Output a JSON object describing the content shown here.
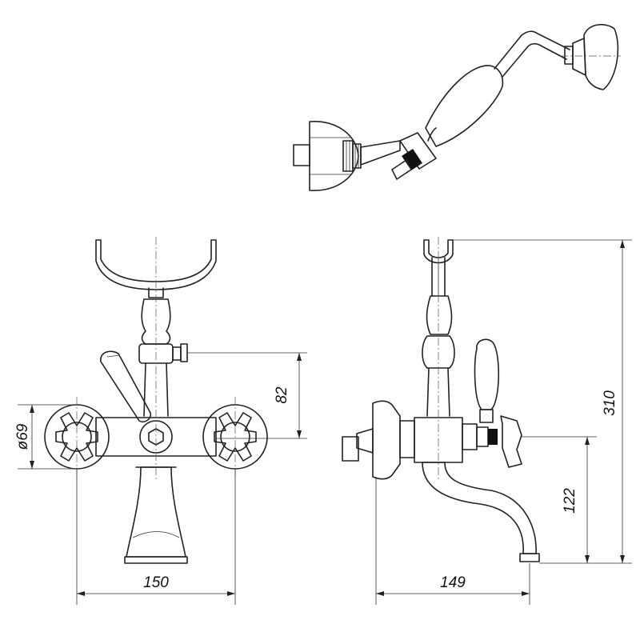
{
  "dimensions": {
    "diameter_label": "ø69",
    "height_82_label": "82",
    "height_310_label": "310",
    "height_122_label": "122",
    "width_150_label": "150",
    "width_149_label": "149"
  },
  "colors": {
    "line": "#222222",
    "background": "#ffffff"
  }
}
